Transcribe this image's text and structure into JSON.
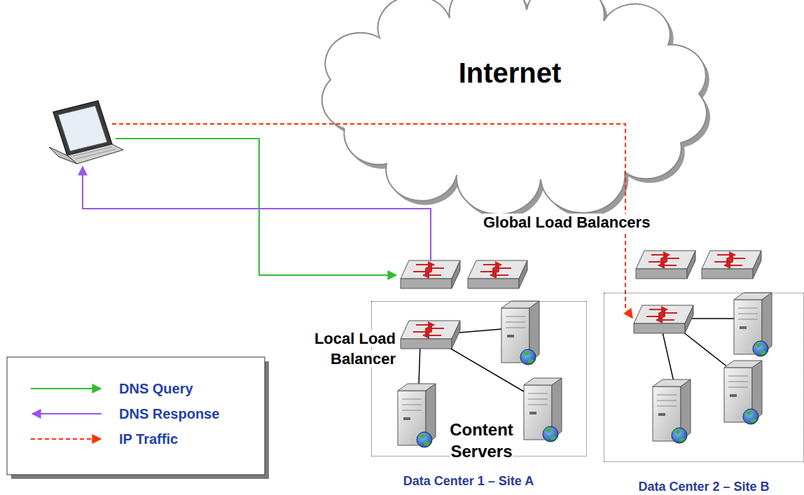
{
  "diagram": {
    "nodes": [
      {
        "text": [
          "Internet"
        ]
      },
      {
        "text": [
          "Data Center 1 – Site A"
        ]
      },
      {
        "text": [
          "Data Center 2 – Site B"
        ]
      }
    ],
    "labels": [
      "Global Load Balancers",
      "Local Load Balancer",
      "Content Servers"
    ],
    "legend": [
      {
        "text": "DNS Query"
      },
      {
        "text": "DNS Response"
      },
      {
        "text": "IP Traffic"
      }
    ]
  }
}
